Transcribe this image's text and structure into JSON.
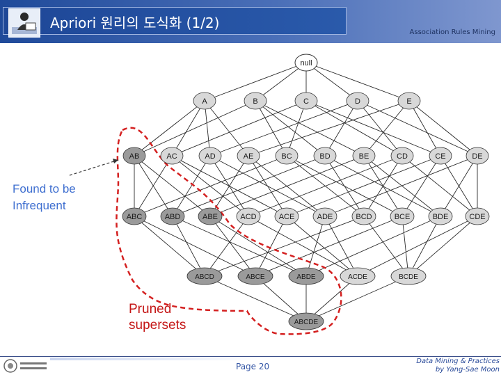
{
  "header": {
    "title": "Apriori 원리의 도식화 (1/2)",
    "subtitle": "Association Rules Mining"
  },
  "diagram": {
    "root": "null",
    "level1": [
      "A",
      "B",
      "C",
      "D",
      "E"
    ],
    "level2": [
      "AB",
      "AC",
      "AD",
      "AE",
      "BC",
      "BD",
      "BE",
      "CD",
      "CE",
      "DE"
    ],
    "level3": [
      "ABC",
      "ABD",
      "ABE",
      "ACD",
      "ACE",
      "ADE",
      "BCD",
      "BCE",
      "BDE",
      "CDE"
    ],
    "level4": [
      "ABCD",
      "ABCE",
      "ABDE",
      "ACDE",
      "BCDE"
    ],
    "level5": [
      "ABCDE"
    ],
    "infrequent_itemset": "AB",
    "pruned_itemsets": [
      "AB",
      "ABC",
      "ABD",
      "ABE",
      "ABCD",
      "ABCE",
      "ABDE",
      "ABCDE"
    ],
    "found_label": "Found to be Infrequent",
    "pruned_label": "Pruned supersets"
  },
  "colors": {
    "node_fill": "#d8d8d8",
    "node_pruned_fill": "#9a9a9a",
    "pruned_boundary": "#d42020",
    "found_label": "#3f6fd0",
    "pruned_label": "#c41515"
  },
  "footer": {
    "page": "Page 20",
    "credit_line1": "Data Mining & Practices",
    "credit_line2": "by Yang-Sae Moon"
  }
}
